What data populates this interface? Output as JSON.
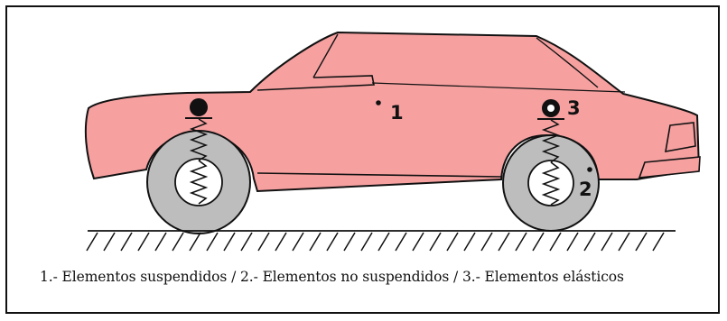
{
  "colors": {
    "body": "#F6A0A0",
    "wheel": "#BDBDBD",
    "hub": "#FFFFFF",
    "outline": "#111111"
  },
  "labels": {
    "sprung": "1",
    "unsprung": "2",
    "elastic": "3"
  },
  "caption": "1.- Elementos suspendidos / 2.- Elementos no suspendidos / 3.- Elementos elásticos",
  "icons": [
    "spring-icon",
    "shock-absorber-mount-icon",
    "ground-hatch-icon"
  ]
}
